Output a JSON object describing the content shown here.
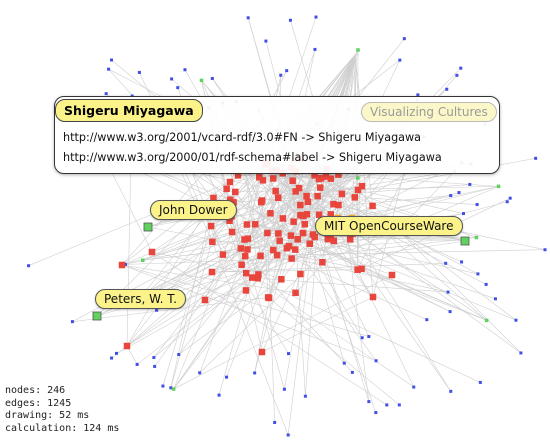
{
  "colors": {
    "edge": "#cfcfcf",
    "hub_node": "#e8453c",
    "leaf_node": "#3f4fe6",
    "literal_node": "#5fd25f",
    "label_fill": "#fbf38a"
  },
  "tooltip": {
    "title": "Shigeru Miyagawa",
    "ghost_label": "Visualizing Cultures",
    "lines": [
      "http://www.w3.org/2001/vcard-rdf/3.0#FN -> Shigeru Miyagawa",
      "http://www.w3.org/2000/01/rdf-schema#label -> Shigeru Miyagawa"
    ]
  },
  "node_labels": {
    "john_dower": "John Dower",
    "mit_ocw": "MIT OpenCourseWare",
    "peters": "Peters, W. T."
  },
  "stats": {
    "nodes": "nodes: 246",
    "edges": "edges: 1245",
    "drawing": "drawing: 52 ms",
    "calculation": "calculation: 124 ms"
  }
}
